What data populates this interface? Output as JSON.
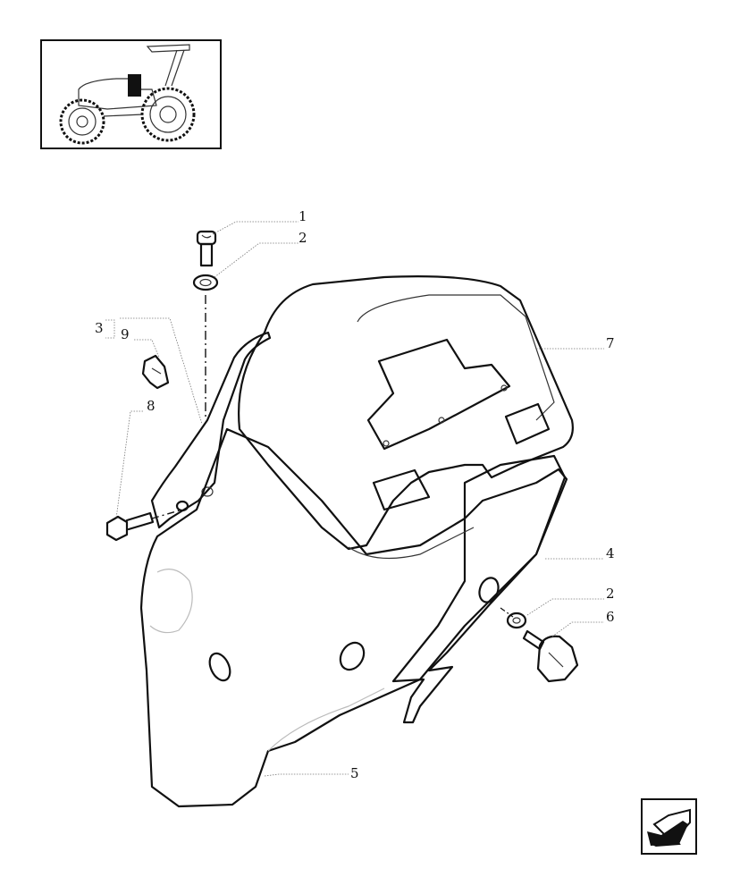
{
  "thumbnail": {
    "icon": "tractor-locator-icon"
  },
  "nav": {
    "icon": "previous-page-arrow-icon"
  },
  "callouts": [
    "1",
    "2",
    "3",
    "9",
    "8",
    "7",
    "4",
    "2",
    "6",
    "5"
  ],
  "colors": {
    "line": "#111111",
    "leader": "#777777",
    "background": "#ffffff"
  }
}
